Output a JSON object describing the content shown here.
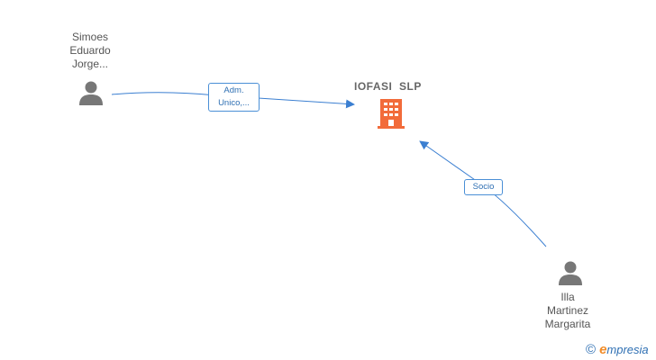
{
  "nodes": {
    "person_1": {
      "lines": [
        "Simoes",
        "Eduardo",
        "Jorge..."
      ]
    },
    "company": {
      "name": "IOFASI  SLP"
    },
    "person_2": {
      "lines": [
        "Illa",
        "Martinez",
        "Margarita"
      ]
    }
  },
  "edges": {
    "edge_1": {
      "label_lines": [
        "Adm.",
        "Unico,..."
      ]
    },
    "edge_2": {
      "label": "Socio"
    }
  },
  "colors": {
    "person_icon": "#777777",
    "company_icon": "#f26b3a",
    "edge": "#3b7fd1",
    "brand_orange": "#f28c28",
    "brand_blue": "#2e6fb3"
  },
  "watermark": {
    "symbol": "©",
    "brand_initial": "e",
    "brand_rest": "mpresia"
  }
}
